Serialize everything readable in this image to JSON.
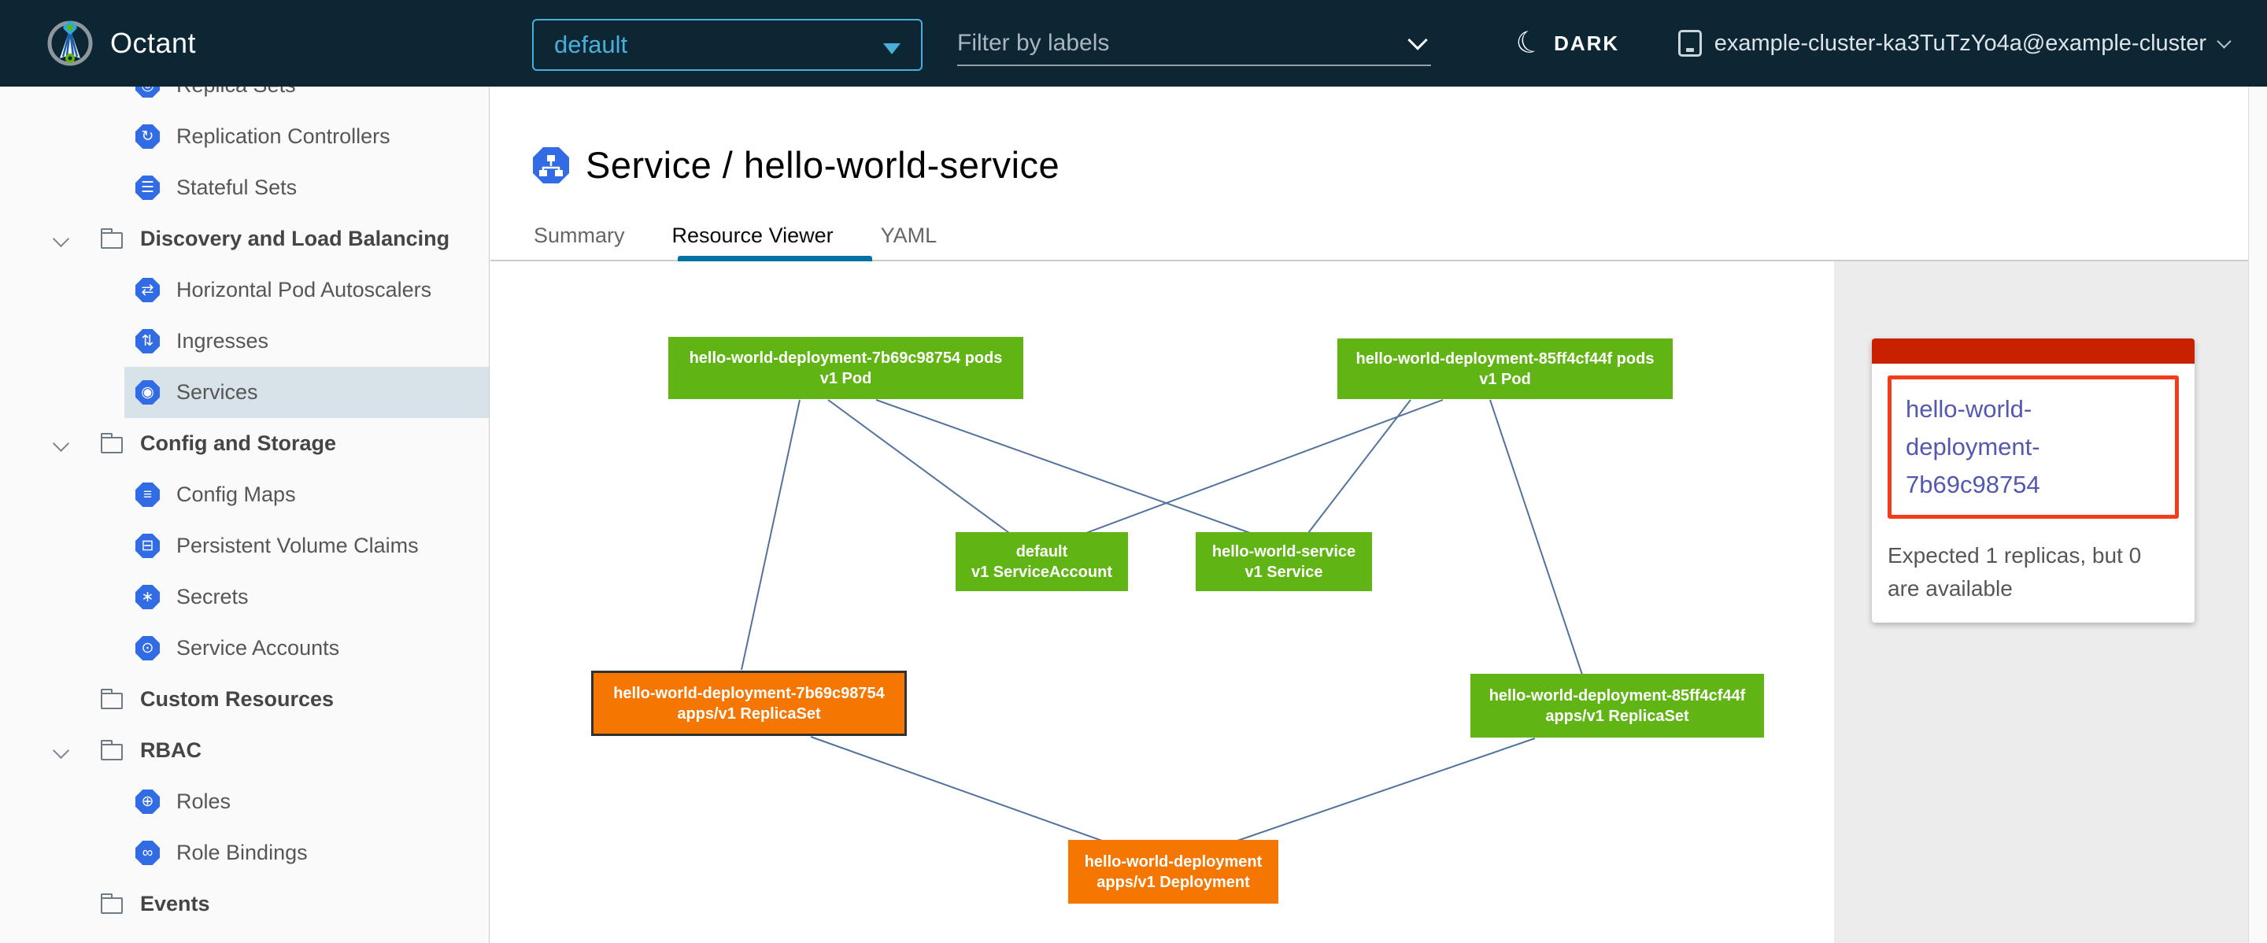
{
  "header": {
    "app_title": "Octant",
    "namespace": {
      "value": "default"
    },
    "filter": {
      "placeholder": "Filter by labels"
    },
    "theme": {
      "label": "DARK"
    },
    "context": {
      "label": "example-cluster-ka3TuTzYo4a@example-cluster"
    }
  },
  "sidebar": {
    "items": [
      {
        "label": "Replica Sets",
        "type": "item",
        "glyph": "◎"
      },
      {
        "label": "Replication Controllers",
        "type": "item",
        "glyph": "↻"
      },
      {
        "label": "Stateful Sets",
        "type": "item",
        "glyph": "☰"
      },
      {
        "label": "Discovery and Load Balancing",
        "type": "group",
        "expanded": true
      },
      {
        "label": "Horizontal Pod Autoscalers",
        "type": "item",
        "glyph": "⇄"
      },
      {
        "label": "Ingresses",
        "type": "item",
        "glyph": "⇅"
      },
      {
        "label": "Services",
        "type": "item",
        "glyph": "◉",
        "selected": true
      },
      {
        "label": "Config and Storage",
        "type": "group",
        "expanded": true
      },
      {
        "label": "Config Maps",
        "type": "item",
        "glyph": "≡"
      },
      {
        "label": "Persistent Volume Claims",
        "type": "item",
        "glyph": "⊟"
      },
      {
        "label": "Secrets",
        "type": "item",
        "glyph": "∗"
      },
      {
        "label": "Service Accounts",
        "type": "item",
        "glyph": "⊙"
      },
      {
        "label": "Custom Resources",
        "type": "group",
        "expanded": false
      },
      {
        "label": "RBAC",
        "type": "group",
        "expanded": true
      },
      {
        "label": "Roles",
        "type": "item",
        "glyph": "⊕"
      },
      {
        "label": "Role Bindings",
        "type": "item",
        "glyph": "∞"
      },
      {
        "label": "Events",
        "type": "group",
        "expanded": false
      }
    ]
  },
  "main": {
    "title": "Service / hello-world-service",
    "tabs": [
      {
        "label": "Summary",
        "active": false
      },
      {
        "label": "Resource Viewer",
        "active": true
      },
      {
        "label": "YAML",
        "active": false
      }
    ]
  },
  "graph": {
    "nodes": [
      {
        "id": "pods-7b69c98754",
        "line1": "hello-world-deployment-7b69c98754 pods",
        "line2": "v1 Pod",
        "status": "ok"
      },
      {
        "id": "pods-85ff4cf44f",
        "line1": "hello-world-deployment-85ff4cf44f pods",
        "line2": "v1 Pod",
        "status": "ok"
      },
      {
        "id": "serviceaccount-default",
        "line1": "default",
        "line2": "v1 ServiceAccount",
        "status": "ok"
      },
      {
        "id": "service-hello-world",
        "line1": "hello-world-service",
        "line2": "v1 Service",
        "status": "ok"
      },
      {
        "id": "replicaset-7b69c98754",
        "line1": "hello-world-deployment-7b69c98754",
        "line2": "apps/v1 ReplicaSet",
        "status": "warning",
        "selected": true
      },
      {
        "id": "replicaset-85ff4cf44f",
        "line1": "hello-world-deployment-85ff4cf44f",
        "line2": "apps/v1 ReplicaSet",
        "status": "ok"
      },
      {
        "id": "deployment-hello-world",
        "line1": "hello-world-deployment",
        "line2": "apps/v1 Deployment",
        "status": "warning"
      }
    ],
    "edges": [
      [
        "pods-7b69c98754",
        "replicaset-7b69c98754"
      ],
      [
        "pods-7b69c98754",
        "serviceaccount-default"
      ],
      [
        "pods-7b69c98754",
        "service-hello-world"
      ],
      [
        "pods-85ff4cf44f",
        "serviceaccount-default"
      ],
      [
        "pods-85ff4cf44f",
        "service-hello-world"
      ],
      [
        "pods-85ff4cf44f",
        "replicaset-85ff4cf44f"
      ],
      [
        "replicaset-7b69c98754",
        "deployment-hello-world"
      ],
      [
        "replicaset-85ff4cf44f",
        "deployment-hello-world"
      ]
    ]
  },
  "panel": {
    "card": {
      "title": "hello-world-deployment-7b69c98754",
      "message": "Expected 1 replicas, but 0 are available"
    }
  },
  "colors": {
    "header_bg": "#0D2634",
    "accent_blue": "#49AFD9",
    "k8s_icon_blue": "#326CE5",
    "status_ok_green": "#60B515",
    "status_warning_orange": "#F57600",
    "alert_bar_red": "#C92100",
    "alert_border_red": "#F23C1C",
    "link_indigo": "#5458AF",
    "tab_underline_blue": "#0072A3",
    "edge_gray_blue": "#53729E",
    "selected_row_bg": "#D8E3E9"
  }
}
